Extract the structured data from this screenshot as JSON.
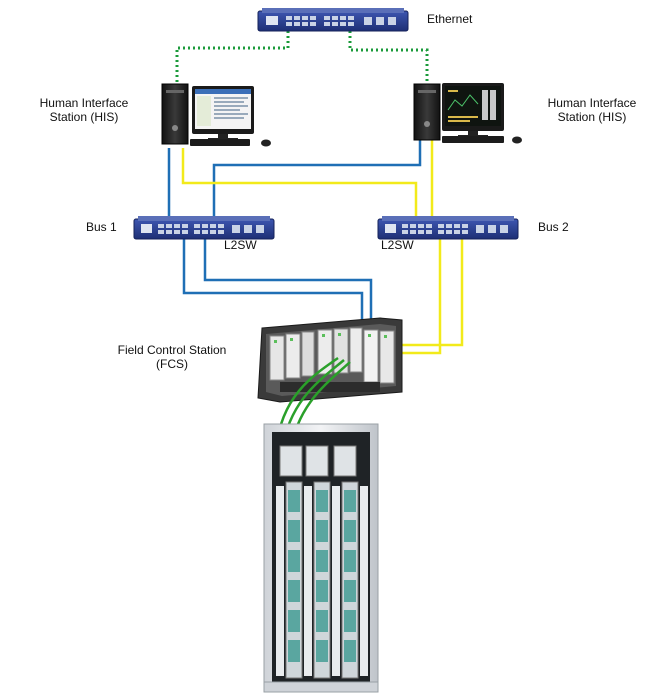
{
  "labels": {
    "ethernet": "Ethernet",
    "his_left": [
      "Human Interface",
      "Station (HIS)"
    ],
    "his_right": [
      "Human Interface",
      "Station (HIS)"
    ],
    "bus1": "Bus 1",
    "bus2": "Bus 2",
    "l2sw_left": "L2SW",
    "l2sw_right": "L2SW",
    "fcs": [
      "Field Control Station",
      "(FCS)"
    ]
  },
  "colors": {
    "ethernet_link": "#1a9a3a",
    "bus1_link": "#1f6fb5",
    "bus2_link": "#f2ea1a",
    "fiber_link": "#2aa02a",
    "switch_body": "#2b3f8f"
  },
  "icons": {
    "switch": "network-switch-icon",
    "workstation": "desktop-computer-icon",
    "controller": "field-control-station-icon",
    "cabinet": "io-cabinet-icon"
  }
}
